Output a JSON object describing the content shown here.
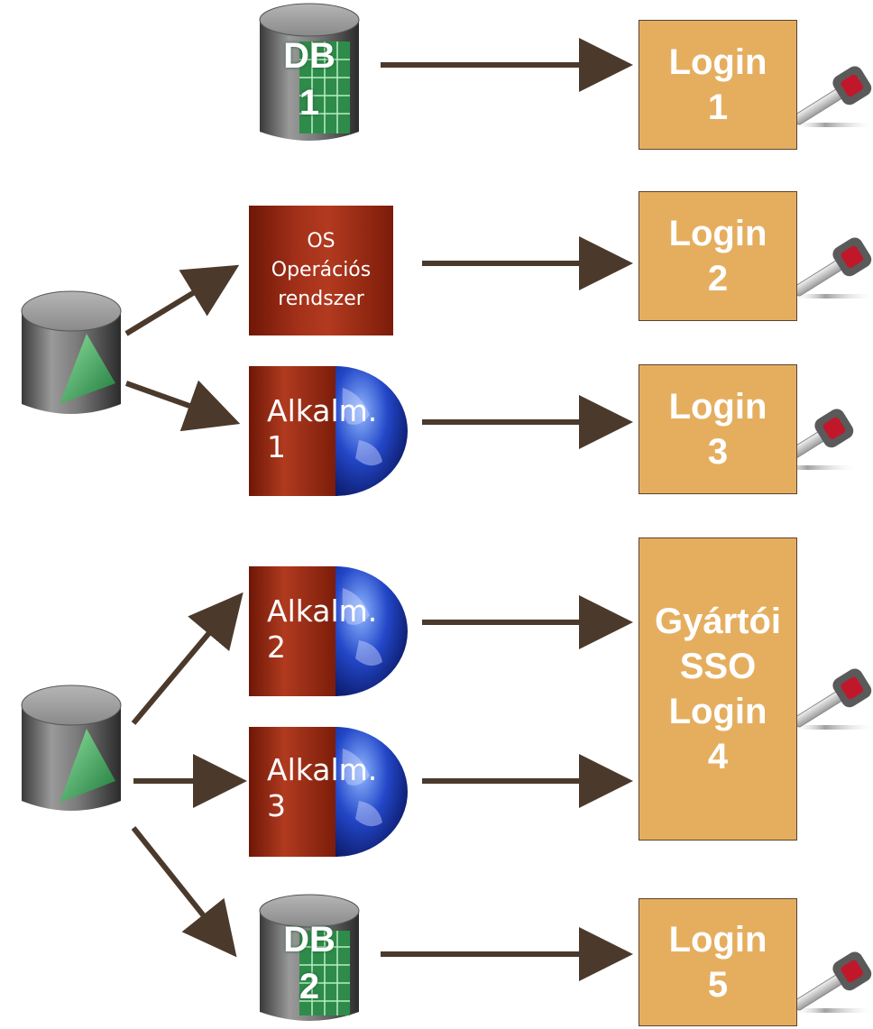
{
  "databases": [
    {
      "line1": "DB",
      "line2": "1"
    },
    {
      "line1": "DB",
      "line2": "2"
    }
  ],
  "os_box": {
    "line1": "OS",
    "line2": "Operációs",
    "line3": "rendszer"
  },
  "apps": [
    {
      "line1": "Alkalm.",
      "line2": "1"
    },
    {
      "line1": "Alkalm.",
      "line2": "2"
    },
    {
      "line1": "Alkalm.",
      "line2": "3"
    }
  ],
  "logins": [
    {
      "line1": "Login",
      "line2": "1"
    },
    {
      "line1": "Login",
      "line2": "2"
    },
    {
      "line1": "Login",
      "line2": "3"
    },
    {
      "line1": "Gyártói",
      "line2": "SSO",
      "line3": "Login",
      "line4": "4"
    },
    {
      "line1": "Login",
      "line2": "5"
    }
  ],
  "colors": {
    "login_fill": "#E5AE5F",
    "app_red": "#A5311A",
    "arrow": "#4B3A2C",
    "cylinder_gray": "#7A7A7A",
    "grid_green": "#2E8B4A"
  }
}
